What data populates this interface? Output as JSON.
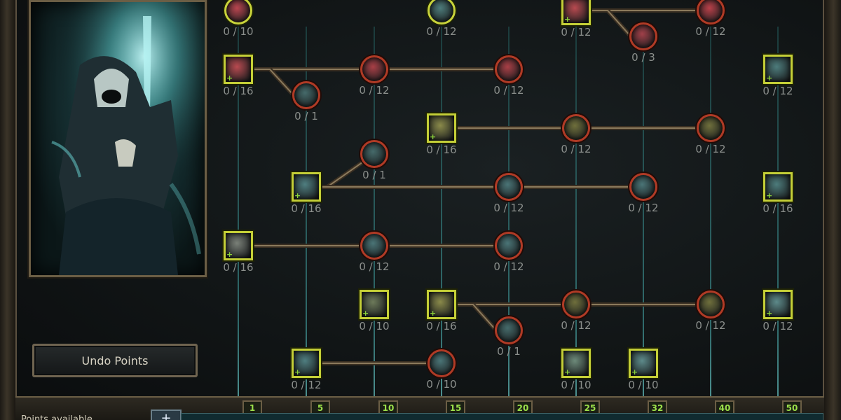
{
  "ui": {
    "undo_label": "Undo Points",
    "status_text": "Points available",
    "plus_label": "+"
  },
  "portrait": {
    "name": "necromancer-portrait"
  },
  "tiers": [
    "1",
    "5",
    "10",
    "15",
    "20",
    "25",
    "32",
    "40",
    "50"
  ],
  "skills": [
    {
      "id": "a1",
      "shape": "circle",
      "tier": 0,
      "row": 0,
      "points": "0 / 10",
      "color": "#b9454f",
      "start": true
    },
    {
      "id": "a2",
      "shape": "circle",
      "tier": 3,
      "row": 0,
      "points": "0 / 12",
      "color": "#4d7b7a",
      "start": true
    },
    {
      "id": "a3",
      "shape": "square",
      "tier": 5,
      "row": 0,
      "points": "0 / 12",
      "color": "#b84a50"
    },
    {
      "id": "a4",
      "shape": "circle",
      "tier": 7,
      "row": 0,
      "points": "0 / 12",
      "color": "#b84049"
    },
    {
      "id": "a5",
      "shape": "circle",
      "tier": 6,
      "row": 0.5,
      "points": "0 / 3",
      "color": "#a04049"
    },
    {
      "id": "b1",
      "shape": "square",
      "tier": 0,
      "row": 1,
      "points": "0 / 16",
      "color": "#b84a50"
    },
    {
      "id": "b2",
      "shape": "circle",
      "tier": 2,
      "row": 1,
      "points": "0 / 12",
      "color": "#a83f46"
    },
    {
      "id": "b3",
      "shape": "circle",
      "tier": 4,
      "row": 1,
      "points": "0 / 12",
      "color": "#a83f46"
    },
    {
      "id": "b4",
      "shape": "circle",
      "tier": 1,
      "row": 1.5,
      "points": "0 / 1",
      "color": "#456a6a"
    },
    {
      "id": "b5",
      "shape": "square",
      "tier": 8,
      "row": 1,
      "points": "0 / 12",
      "color": "#4d7c7c"
    },
    {
      "id": "c1",
      "shape": "square",
      "tier": 3,
      "row": 2,
      "points": "0 / 16",
      "color": "#8a8a4a"
    },
    {
      "id": "c2",
      "shape": "circle",
      "tier": 5,
      "row": 2,
      "points": "0 / 12",
      "color": "#6f6f3c"
    },
    {
      "id": "c3",
      "shape": "circle",
      "tier": 7,
      "row": 2,
      "points": "0 / 12",
      "color": "#6f6f3c"
    },
    {
      "id": "d0",
      "shape": "circle",
      "tier": 2,
      "row": 2.5,
      "points": "0 / 1",
      "color": "#456a6a"
    },
    {
      "id": "d1",
      "shape": "square",
      "tier": 1,
      "row": 3,
      "points": "0 / 16",
      "color": "#4f7e80"
    },
    {
      "id": "d2",
      "shape": "circle",
      "tier": 4,
      "row": 3,
      "points": "0 / 12",
      "color": "#4a7476"
    },
    {
      "id": "d3",
      "shape": "circle",
      "tier": 6,
      "row": 3,
      "points": "0 / 12",
      "color": "#4a7476"
    },
    {
      "id": "d4",
      "shape": "square",
      "tier": 8,
      "row": 3,
      "points": "0 / 16",
      "color": "#4d7c7c"
    },
    {
      "id": "e1",
      "shape": "square",
      "tier": 0,
      "row": 4,
      "points": "0 / 16",
      "color": "#7a8078"
    },
    {
      "id": "e2",
      "shape": "circle",
      "tier": 2,
      "row": 4,
      "points": "0 / 12",
      "color": "#4a7476"
    },
    {
      "id": "e3",
      "shape": "circle",
      "tier": 4,
      "row": 4,
      "points": "0 / 12",
      "color": "#4a7476"
    },
    {
      "id": "f1",
      "shape": "square",
      "tier": 2,
      "row": 5,
      "points": "0 / 10",
      "color": "#6d7a5a"
    },
    {
      "id": "f2",
      "shape": "square",
      "tier": 3,
      "row": 5,
      "points": "0 / 16",
      "color": "#8a8a4a"
    },
    {
      "id": "f3",
      "shape": "circle",
      "tier": 5,
      "row": 5,
      "points": "0 / 12",
      "color": "#6f6f3c"
    },
    {
      "id": "f4",
      "shape": "circle",
      "tier": 7,
      "row": 5,
      "points": "0 / 12",
      "color": "#6f6f3c"
    },
    {
      "id": "f5",
      "shape": "square",
      "tier": 8,
      "row": 5,
      "points": "0 / 12",
      "color": "#5d8a8a"
    },
    {
      "id": "f6",
      "shape": "circle",
      "tier": 4,
      "row": 5.5,
      "points": "0 / 1",
      "color": "#456a6a"
    },
    {
      "id": "g1",
      "shape": "square",
      "tier": 1,
      "row": 6,
      "points": "0 / 12",
      "color": "#4f7e80"
    },
    {
      "id": "g2",
      "shape": "circle",
      "tier": 3,
      "row": 6,
      "points": "0 / 10",
      "color": "#4a7476"
    },
    {
      "id": "g3",
      "shape": "square",
      "tier": 5,
      "row": 6,
      "points": "0 / 10",
      "color": "#6d8a7a"
    },
    {
      "id": "g4",
      "shape": "square",
      "tier": 6,
      "row": 6,
      "points": "0 / 10",
      "color": "#5d8a8a"
    }
  ],
  "links": [
    [
      "a3",
      "a4"
    ],
    [
      "a3",
      "a5"
    ],
    [
      "b1",
      "b2"
    ],
    [
      "b2",
      "b3"
    ],
    [
      "b1",
      "b4"
    ],
    [
      "c1",
      "c2"
    ],
    [
      "c2",
      "c3"
    ],
    [
      "d1",
      "d0"
    ],
    [
      "d1",
      "d2"
    ],
    [
      "d2",
      "d3"
    ],
    [
      "e1",
      "e2"
    ],
    [
      "e2",
      "e3"
    ],
    [
      "f2",
      "f3"
    ],
    [
      "f3",
      "f4"
    ],
    [
      "f2",
      "f6"
    ],
    [
      "g1",
      "g2"
    ]
  ]
}
